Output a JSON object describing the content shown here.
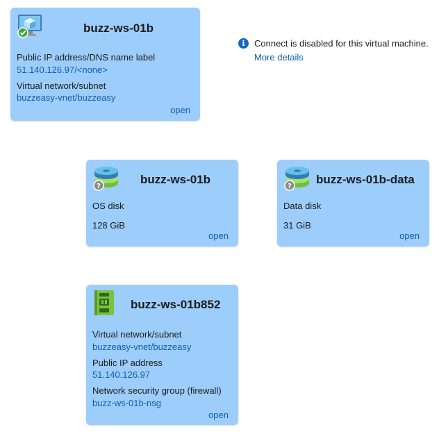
{
  "vm": {
    "title": "buzz-ws-01b",
    "ip_label": "Public IP address/DNS name label",
    "ip_value": "51.140.126.97/<none>",
    "vnet_label": "Virtual network/subnet",
    "vnet_value": "buzzeasy-vnet/buzzeasy",
    "open_label": "open",
    "icon": "virtual-machine-icon"
  },
  "notice": {
    "text": "Connect is disabled for this virtual machine.",
    "link": "More details",
    "icon": "info-icon"
  },
  "os_disk": {
    "title": "buzz-ws-01b",
    "type": "OS disk",
    "size": "128 GiB",
    "open_label": "open",
    "icon": "disk-icon"
  },
  "data_disk": {
    "title": "buzz-ws-01b-data",
    "type": "Data disk",
    "size": "31 GiB",
    "open_label": "open",
    "icon": "disk-icon"
  },
  "nic": {
    "title": "buzz-ws-01b852",
    "vnet_label": "Virtual network/subnet",
    "vnet_value": "buzzeasy-vnet/buzzeasy",
    "ip_label": "Public IP address",
    "ip_value": "51.140.126.97",
    "nsg_label": "Network security group (firewall)",
    "nsg_value": "buzz-ws-01b-nsg",
    "open_label": "open",
    "icon": "network-interface-icon"
  },
  "colors": {
    "card_bg": "#9dcdfb",
    "link": "#0f5fae",
    "info_icon": "#0f6cbd"
  }
}
